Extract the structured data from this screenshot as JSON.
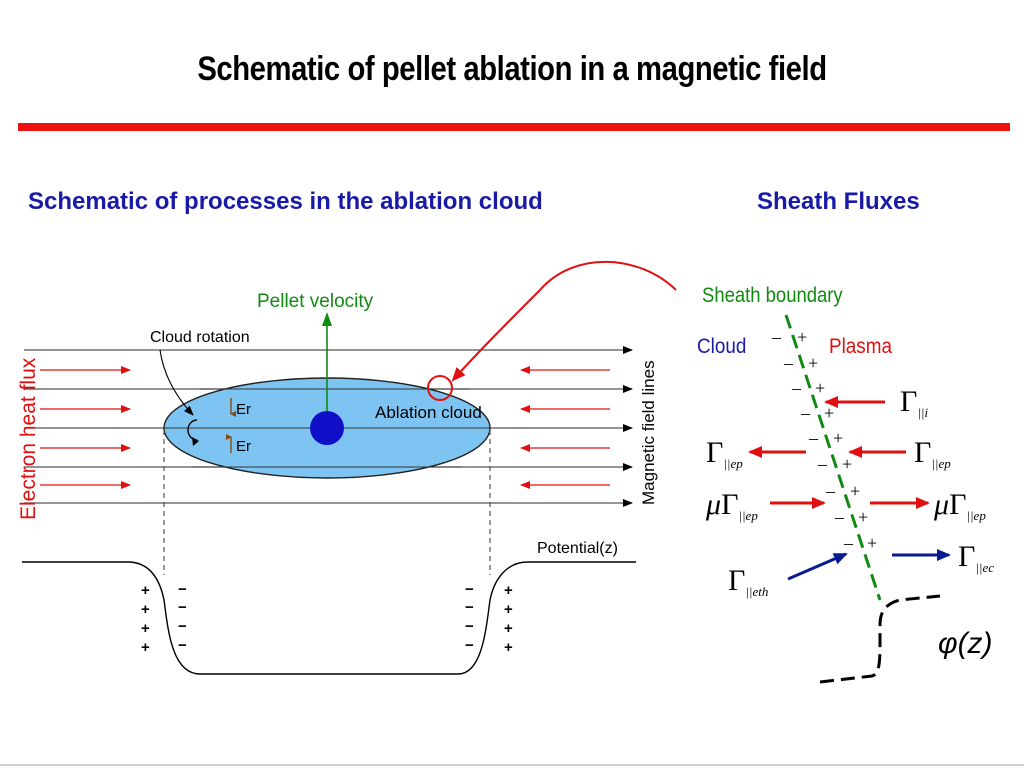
{
  "slide": {
    "title": "Schematic of pellet ablation in a magnetic field",
    "left_heading": "Schematic of processes in the ablation cloud",
    "right_heading": "Sheath Fluxes"
  },
  "cloud_diagram": {
    "pellet_velocity": "Pellet velocity",
    "cloud_rotation": "Cloud rotation",
    "ablation_cloud": "Ablation cloud",
    "er_top": "Er",
    "er_bottom": "Er",
    "electron_heat_flux": "Electron heat flux",
    "magnetic_field_lines": "Magnetic field lines",
    "potential": "Potential(z)",
    "plus": "+",
    "minus": "−"
  },
  "sheath": {
    "sheath_boundary": "Sheath boundary",
    "cloud": "Cloud",
    "plasma": "Plasma",
    "phi": "φ(z)",
    "gamma": "Γ",
    "mu": "μ",
    "sub_ip": "||i",
    "sub_ep": "||ep",
    "sub_ec": "||ec",
    "sub_eth": "||eth"
  },
  "colors": {
    "title_red_bar": "#ee1111",
    "heading_blue": "#1a1aa8",
    "cloud_fill": "#7ec4f2",
    "pellet": "#1010c8",
    "green": "#108a10",
    "red": "#e01010",
    "navy": "#0a1a90"
  }
}
